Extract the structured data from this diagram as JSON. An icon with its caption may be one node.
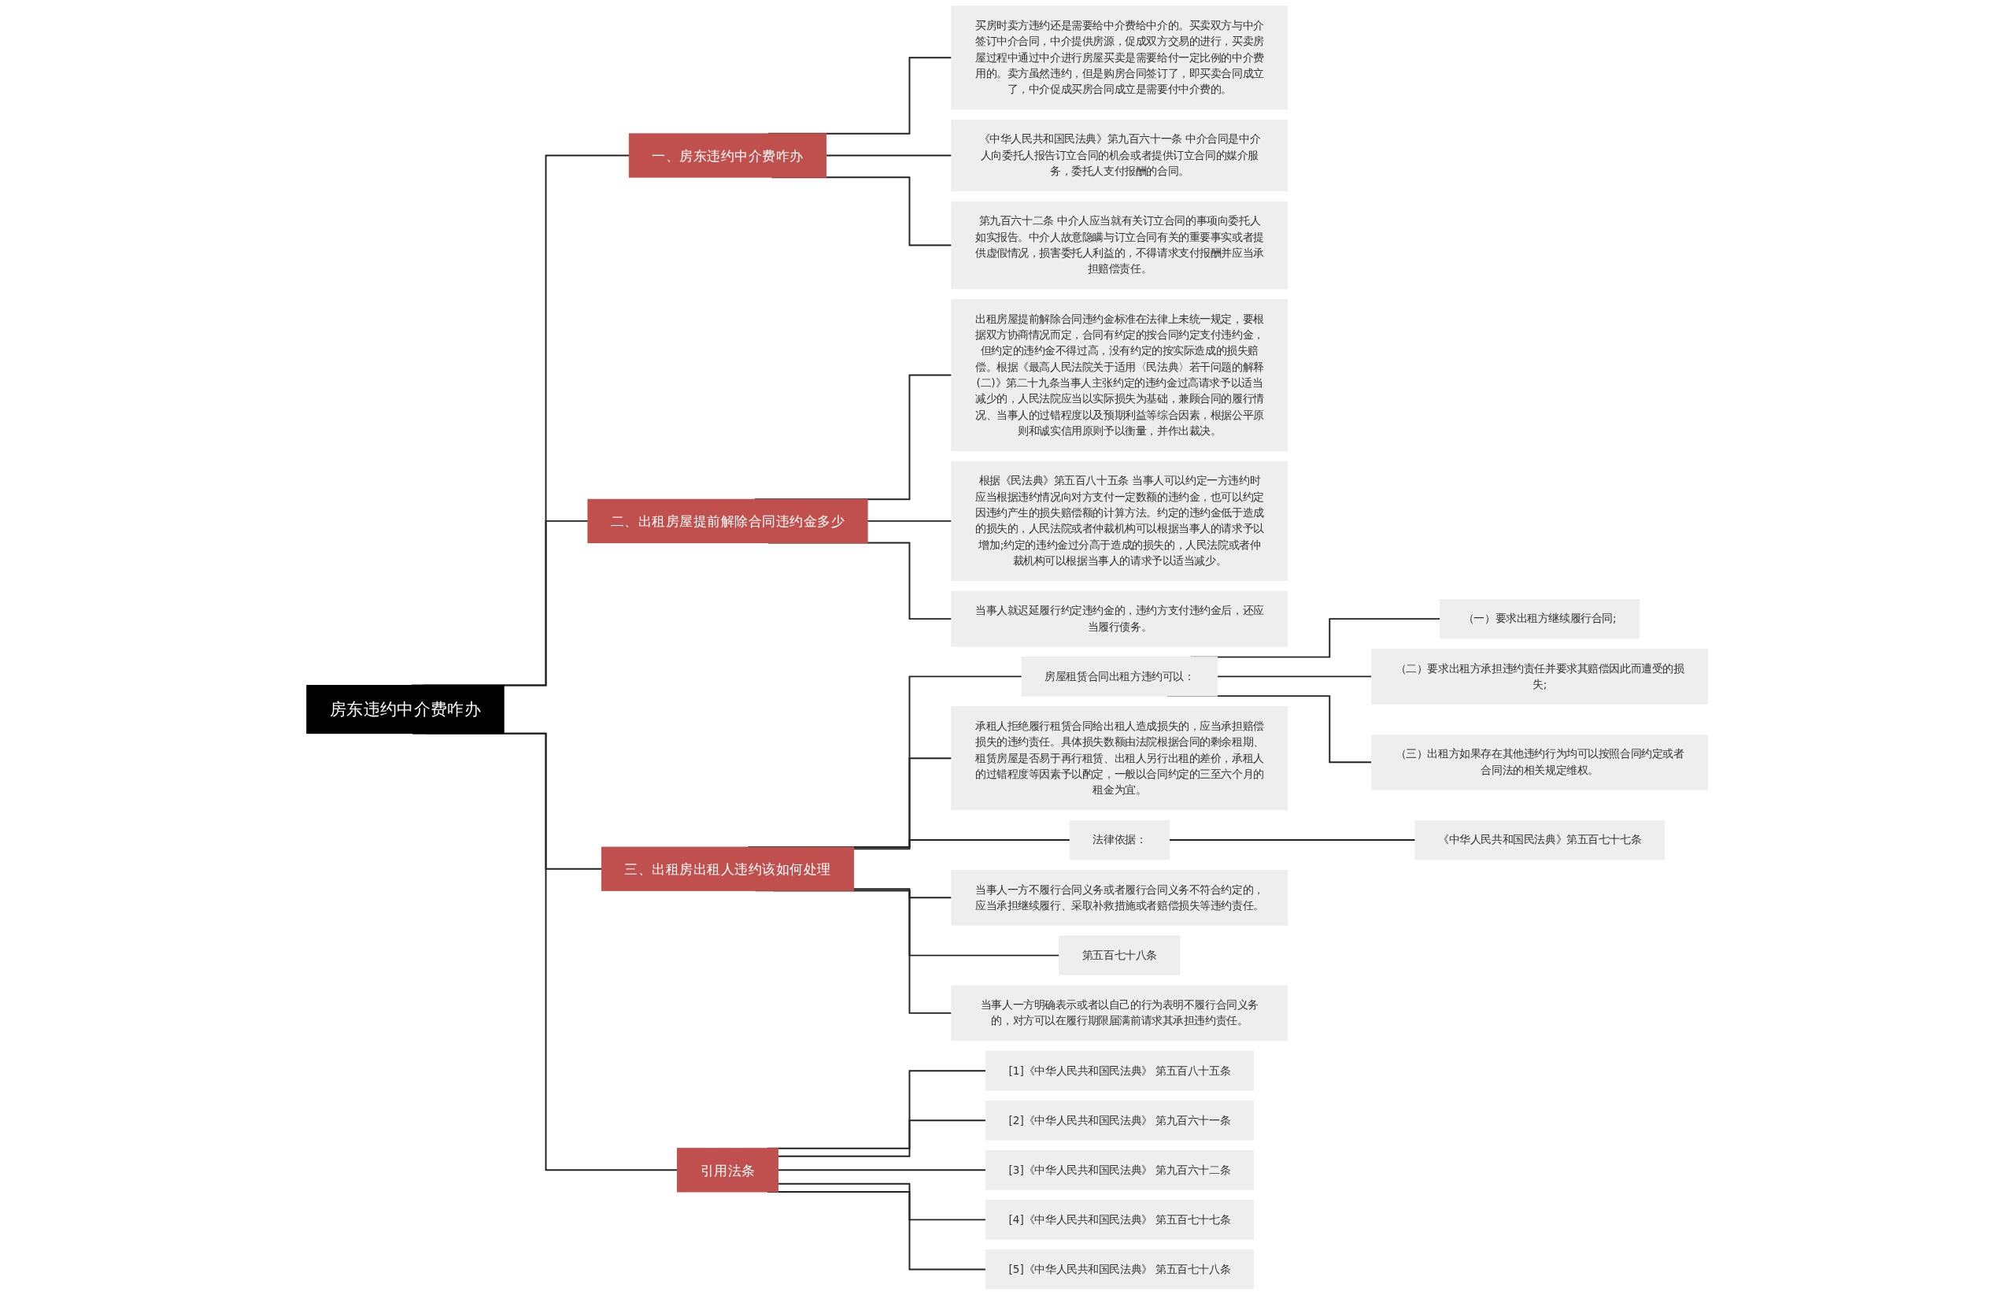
{
  "diagram": {
    "nodes": [
      {
        "text": [
          "房东违约中介费咋办"
        ]
      },
      {
        "text": [
          "一、房东违约中介费咋办"
        ]
      },
      {
        "text": [
          "买房时卖方违约还是需要给中介费给中介的。买卖双方与中介签订中介合同，中介提供房源，促成双方交易的进行，买卖房屋过程中通过中介进行房屋买卖是需要给付一定比例的中介费用的。卖方虽然违约，但是购房合同签订了，即买卖合同成立了，中介促成买房合同成立是需要付中介费的。"
        ]
      },
      {
        "text": [
          "《中华人民共和国民法典》第九百六十一条 中介合同是中介人向委托人报告订立合同的机会或者提供订立合同的媒介服务，委托人支付报酬的合同。"
        ]
      },
      {
        "text": [
          "第九百六十二条 中介人应当就有关订立合同的事项向委托人如实报告。中介人故意隐瞒与订立合同有关的重要事实或者提供虚假情况，损害委托人利益的，不得请求支付报酬并应当承担赔偿责任。"
        ]
      },
      {
        "text": [
          "二、出租房屋提前解除合同违约金多少"
        ]
      },
      {
        "text": [
          "出租房屋提前解除合同违约金标准在法律上未统一规定，要根据双方协商情况而定，合同有约定的按合同约定支付违约金，但约定的违约金不得过高，没有约定的按实际造成的损失赔偿。根据《最高人民法院关于适用〈民法典〉若干问题的解释(二)》第二十九条当事人主张约定的违约金过高请求予以适当减少的，人民法院应当以实际损失为基础，兼顾合同的履行情况、当事人的过错程度以及预期利益等综合因素，根据公平原则和诚实信用原则予以衡量，并作出裁决。"
        ]
      },
      {
        "text": [
          "根据《民法典》第五百八十五条 当事人可以约定一方违约时应当根据违约情况向对方支付一定数额的违约金，也可以约定因违约产生的损失赔偿额的计算方法。约定的违约金低于造成的损失的，人民法院或者仲裁机构可以根据当事人的请求予以增加;约定的违约金过分高于造成的损失的，人民法院或者仲裁机构可以根据当事人的请求予以适当减少。"
        ]
      },
      {
        "text": [
          "当事人就迟延履行约定违约金的，违约方支付违约金后，还应当履行债务。"
        ]
      },
      {
        "text": [
          "三、出租房出租人违约该如何处理"
        ]
      },
      {
        "text": [
          "房屋租赁合同出租方违约可以："
        ]
      },
      {
        "text": [
          "（一）要求出租方继续履行合同;"
        ]
      },
      {
        "text": [
          "（二）要求出租方承担违约责任并要求其赔偿因此而遭受的损失;"
        ]
      },
      {
        "text": [
          "（三）出租方如果存在其他违约行为均可以按照合同约定或者合同法的相关规定维权。"
        ]
      },
      {
        "text": [
          "承租人拒绝履行租赁合同给出租人造成损失的，应当承担赔偿损失的违约责任。具体损失数额由法院根据合同的剩余租期、租赁房屋是否易于再行租赁、出租人另行出租的差价，承租人的过错程度等因素予以酌定，一般以合同约定的三至六个月的租金为宜。"
        ]
      },
      {
        "text": [
          "法律依据："
        ]
      },
      {
        "text": [
          "《中华人民共和国民法典》第五百七十七条"
        ]
      },
      {
        "text": [
          "当事人一方不履行合同义务或者履行合同义务不符合约定的，应当承担继续履行、采取补救措施或者赔偿损失等违约责任。"
        ]
      },
      {
        "text": [
          "第五百七十八条"
        ]
      },
      {
        "text": [
          "当事人一方明确表示或者以自己的行为表明不履行合同义务的，对方可以在履行期限届满前请求其承担违约责任。"
        ]
      },
      {
        "text": [
          "引用法条"
        ]
      },
      {
        "text": [
          "[1]《中华人民共和国民法典》 第五百八十五条"
        ]
      },
      {
        "text": [
          "[2]《中华人民共和国民法典》 第九百六十一条"
        ]
      },
      {
        "text": [
          "[3]《中华人民共和国民法典》 第九百六十二条"
        ]
      },
      {
        "text": [
          "[4]《中华人民共和国民法典》 第五百七十七条"
        ]
      },
      {
        "text": [
          "[5]《中华人民共和国民法典》 第五百七十八条"
        ]
      }
    ],
    "edges": [
      {
        "from": 0,
        "to": 1,
        "arrow": "none"
      },
      {
        "from": 1,
        "to": 2,
        "arrow": "none"
      },
      {
        "from": 1,
        "to": 3,
        "arrow": "none"
      },
      {
        "from": 1,
        "to": 4,
        "arrow": "none"
      },
      {
        "from": 0,
        "to": 5,
        "arrow": "none"
      },
      {
        "from": 5,
        "to": 6,
        "arrow": "none"
      },
      {
        "from": 5,
        "to": 7,
        "arrow": "none"
      },
      {
        "from": 5,
        "to": 8,
        "arrow": "none"
      },
      {
        "from": 0,
        "to": 9,
        "arrow": "none"
      },
      {
        "from": 9,
        "to": 10,
        "arrow": "none"
      },
      {
        "from": 10,
        "to": 11,
        "arrow": "none"
      },
      {
        "from": 10,
        "to": 12,
        "arrow": "none"
      },
      {
        "from": 10,
        "to": 13,
        "arrow": "none"
      },
      {
        "from": 9,
        "to": 14,
        "arrow": "none"
      },
      {
        "from": 9,
        "to": 15,
        "arrow": "none"
      },
      {
        "from": 15,
        "to": 16,
        "arrow": "none"
      },
      {
        "from": 9,
        "to": 17,
        "arrow": "none"
      },
      {
        "from": 9,
        "to": 18,
        "arrow": "none"
      },
      {
        "from": 9,
        "to": 19,
        "arrow": "none"
      },
      {
        "from": 0,
        "to": 20,
        "arrow": "none"
      },
      {
        "from": 20,
        "to": 21,
        "arrow": "none"
      },
      {
        "from": 20,
        "to": 22,
        "arrow": "none"
      },
      {
        "from": 20,
        "to": 23,
        "arrow": "none"
      },
      {
        "from": 20,
        "to": 24,
        "arrow": "none"
      },
      {
        "from": 20,
        "to": 25,
        "arrow": "none"
      }
    ]
  }
}
